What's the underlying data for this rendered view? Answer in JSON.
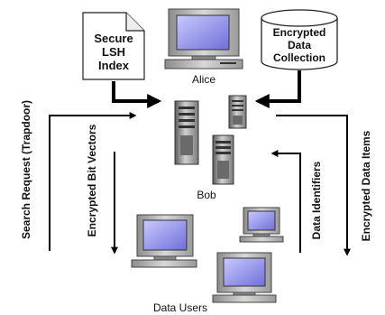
{
  "nodes": {
    "index_doc": {
      "lines": [
        "Secure",
        "LSH",
        "Index"
      ]
    },
    "alice": {
      "label": "Alice"
    },
    "cylinder": {
      "lines": [
        "Encrypted",
        "Data",
        "Collection"
      ]
    },
    "bob": {
      "label": "Bob"
    },
    "users": {
      "label": "Data Users"
    }
  },
  "edges": {
    "search_request": "Search Request  (Trapdoor)",
    "bit_vectors": "Encrypted Bit Vectors",
    "identifiers": "Data   Identifiers",
    "data_items": "Encrypted Data Items"
  },
  "icons": [
    "document-icon",
    "computer-icon",
    "cylinder-icon",
    "server-icon"
  ]
}
